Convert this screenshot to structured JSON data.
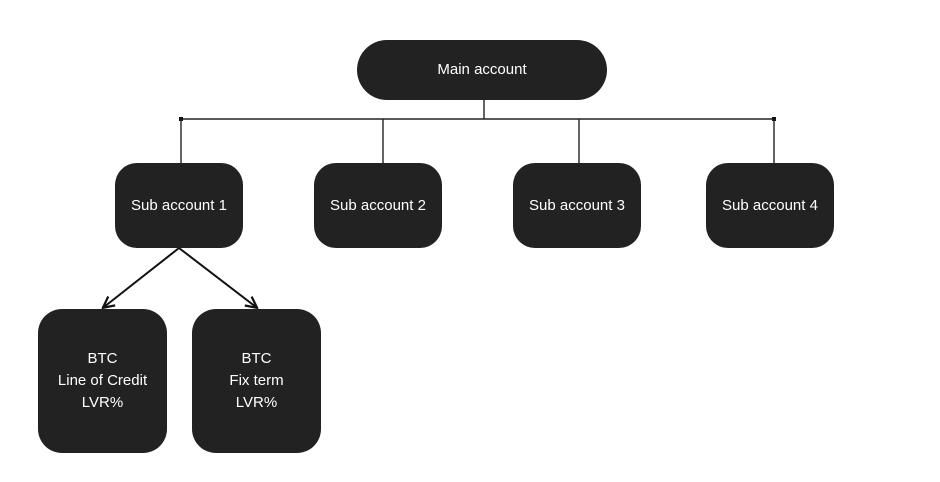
{
  "diagram": {
    "root": {
      "label": "Main account"
    },
    "sub_accounts": [
      {
        "label": "Sub account 1"
      },
      {
        "label": "Sub account 2"
      },
      {
        "label": "Sub account 3"
      },
      {
        "label": "Sub account 4"
      }
    ],
    "products": [
      {
        "lines": [
          "BTC",
          "Line of Credit",
          "LVR%"
        ],
        "parent": "Sub account 1"
      },
      {
        "lines": [
          "BTC",
          "Fix term",
          "LVR%"
        ],
        "parent": "Sub account 1"
      }
    ],
    "colors": {
      "node_fill": "#222222",
      "node_text": "#ffffff",
      "connector": "#222222",
      "background": "#ffffff"
    }
  }
}
